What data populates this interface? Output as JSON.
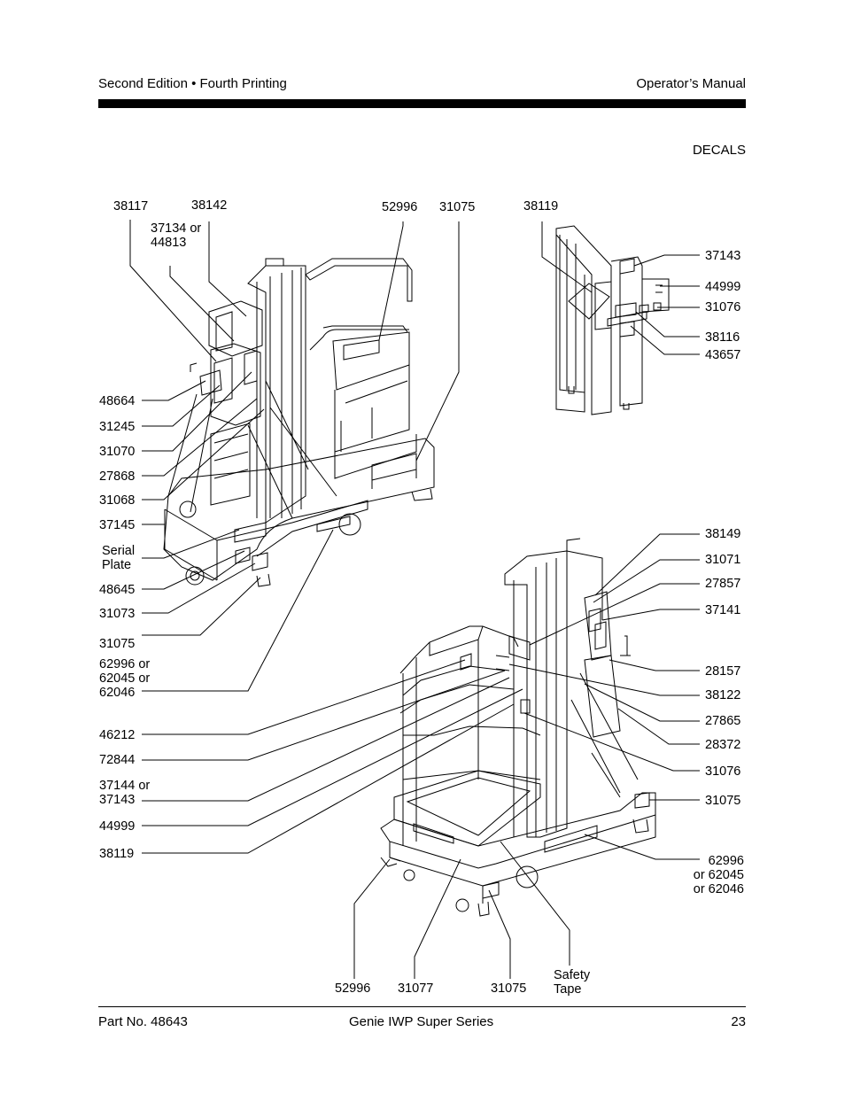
{
  "header": {
    "left": "Second Edition • Fourth Printing",
    "right": "Operator’s Manual",
    "section": "DECALS"
  },
  "footer": {
    "part_no": "Part No. 48643",
    "title": "Genie IWP Super Series",
    "page": "23"
  },
  "callouts": {
    "d1": [
      "38117",
      "38142",
      "37134 or\n44813",
      "52996",
      "31075",
      "48664",
      "31245",
      "31070",
      "27868",
      "31068",
      "37145",
      "Serial\nPlate",
      "48645",
      "31073",
      "31075",
      "62996 or\n62045 or\n62046"
    ],
    "d2": [
      "38119",
      "37143",
      "44999",
      "31076",
      "38116",
      "43657"
    ],
    "d3": [
      "38149",
      "31071",
      "27857",
      "37141",
      "28157",
      "38122",
      "27865",
      "28372",
      "31076",
      "31075",
      "62996\nor 62045\nor 62046",
      "46212",
      "72844",
      "37144 or\n37143",
      "44999",
      "38119",
      "52996",
      "31077",
      "31075",
      "Safety\nTape"
    ]
  }
}
